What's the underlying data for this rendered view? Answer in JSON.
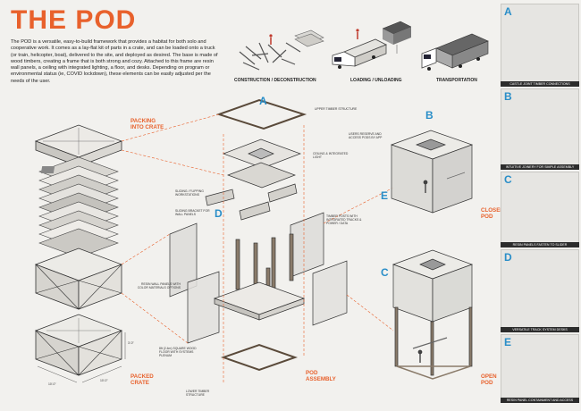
{
  "title": "THE POD",
  "intro": "The POD is a versatile, easy-to-build framework that provides a habitat for both solo and cooperative work. It comes as a lay-flat kit of parts in a crate, and can be loaded onto a truck (or train, helicopter, boat), delivered to the site, and deployed as desired. The base is made of wood timbers, creating a frame that is both strong and cozy. Attached to this frame are resin wall panels, a ceiling with integrated lighting, a floor, and desks. Depending on program or environmental status (ie, COVID lockdown), these elements can be easily adjusted per the needs of the user.",
  "process": {
    "construction": "CONSTRUCTION / DECONSTRUCTION",
    "loading": "LOADING / UNLOADING",
    "transportation": "TRANSPORTATION"
  },
  "crate": {
    "packing": "PACKING INTO CRATE",
    "packed": "PACKED CRATE",
    "dim_height": "3'-0\"",
    "dim_width": "10'-0\"",
    "dim_depth": "10'-0\""
  },
  "assembly": {
    "label": "POD ASSEMBLY",
    "marker_a": "A",
    "marker_d": "D",
    "notes": {
      "upper_timber": "UPPER TIMBER STRUCTURE",
      "ceiling": "CEILING & INTEGRATED LIGHT",
      "sliding_flipping": "SLIDING / FLIPPING WORKSTATIONS",
      "sliding_bracket": "SLIDING BRACKET FOR WALL PANELS",
      "timber_posts": "TIMBER POSTS WITH INTEGRATED TRACKS & POWER / DATA",
      "resin_panels": "RESIN WALL PANELS WITH COLOR MATERIALS OPTIONS",
      "floor": "8ft (2.4m) SQUARE WOOD FLOOR WITH SYSTEMS PLENUM",
      "lower_timber": "LOWER TIMBER STRUCTURE"
    }
  },
  "closed_pod": {
    "label": "CLOSED POD",
    "marker_b": "B",
    "marker_e": "E",
    "note": "USERS RESERVE AND ACCESS PODS BY APP"
  },
  "open_pod": {
    "label": "OPEN POD",
    "marker_c": "C"
  },
  "details": [
    {
      "letter": "A",
      "caption": "CASTLE JOINT TIMBER CONNECTIONS"
    },
    {
      "letter": "B",
      "caption": "INTUITIVE JOINERY FOR SIMPLE ASSEMBLY"
    },
    {
      "letter": "C",
      "caption": "RESIN PANELS FASTEN TO SLIDER"
    },
    {
      "letter": "D",
      "caption": "VERSATILE TRACK SYSTEM DESKS"
    },
    {
      "letter": "E",
      "caption": "RESIN PANEL CONTAINMENT AND ACCESS"
    }
  ],
  "colors": {
    "accent": "#e8612c",
    "marker": "#2a8ec8",
    "bar": "#2c2c2c"
  }
}
